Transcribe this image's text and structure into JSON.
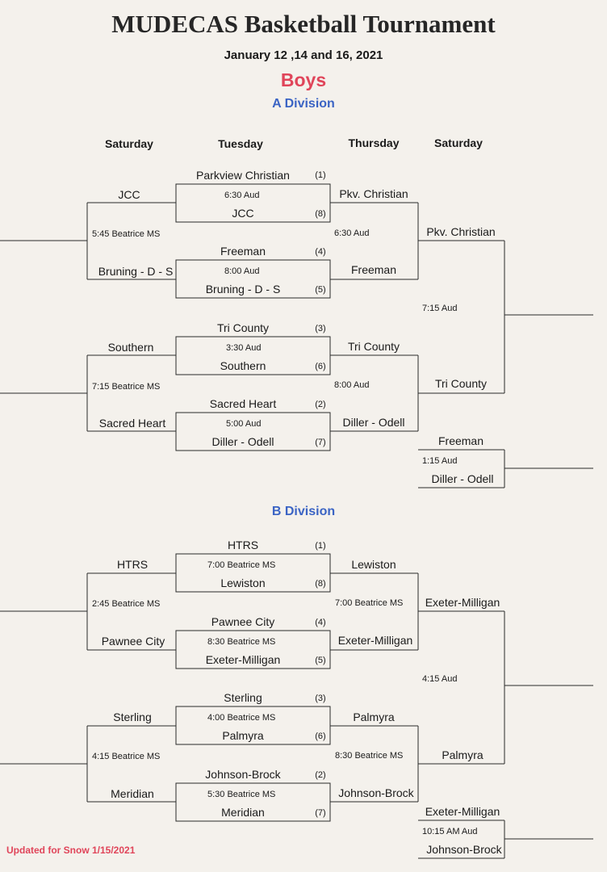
{
  "title": "MUDECAS Basketball Tournament",
  "dates": "January 12 ,14 and 16, 2021",
  "gender": "Boys",
  "day_headers": [
    "Saturday",
    "Tuesday",
    "Thursday",
    "Saturday"
  ],
  "a_division": {
    "label": "A Division",
    "tuesday_games": [
      {
        "top_team": "Parkview Christian",
        "top_seed": "(1)",
        "time": "6:30 Aud",
        "bottom_team": "JCC",
        "bottom_seed": "(8)"
      },
      {
        "top_team": "Freeman",
        "top_seed": "(4)",
        "time": "8:00 Aud",
        "bottom_team": "Bruning - D - S",
        "bottom_seed": "(5)"
      },
      {
        "top_team": "Tri County",
        "top_seed": "(3)",
        "time": "3:30 Aud",
        "bottom_team": "Southern",
        "bottom_seed": "(6)"
      },
      {
        "top_team": "Sacred Heart",
        "top_seed": "(2)",
        "time": "5:00 Aud",
        "bottom_team": "Diller - Odell",
        "bottom_seed": "(7)"
      }
    ],
    "saturday_left": [
      {
        "top": "JCC",
        "time": "5:45 Beatrice MS",
        "bottom": "Bruning - D - S"
      },
      {
        "top": "Southern",
        "time": "7:15 Beatrice MS",
        "bottom": "Sacred Heart"
      }
    ],
    "thursday": [
      {
        "top": "Pkv. Christian",
        "time": "6:30 Aud",
        "bottom": "Freeman"
      },
      {
        "top": "Tri County",
        "time": "8:00 Aud",
        "bottom": "Diller - Odell"
      }
    ],
    "final": {
      "top": "Pkv. Christian",
      "time": "7:15 Aud",
      "bottom": "Tri County"
    },
    "consolation": {
      "top": "Freeman",
      "time": "1:15 Aud",
      "bottom": "Diller - Odell"
    }
  },
  "b_division": {
    "label": "B Division",
    "tuesday_games": [
      {
        "top_team": "HTRS",
        "top_seed": "(1)",
        "time": "7:00 Beatrice MS",
        "bottom_team": "Lewiston",
        "bottom_seed": "(8)"
      },
      {
        "top_team": "Pawnee City",
        "top_seed": "(4)",
        "time": "8:30 Beatrice MS",
        "bottom_team": "Exeter-Milligan",
        "bottom_seed": "(5)"
      },
      {
        "top_team": "Sterling",
        "top_seed": "(3)",
        "time": "4:00 Beatrice MS",
        "bottom_team": "Palmyra",
        "bottom_seed": "(6)"
      },
      {
        "top_team": "Johnson-Brock",
        "top_seed": "(2)",
        "time": "5:30 Beatrice MS",
        "bottom_team": "Meridian",
        "bottom_seed": "(7)"
      }
    ],
    "saturday_left": [
      {
        "top": "HTRS",
        "time": "2:45 Beatrice MS",
        "bottom": "Pawnee City"
      },
      {
        "top": "Sterling",
        "time": "4:15 Beatrice MS",
        "bottom": "Meridian"
      }
    ],
    "thursday": [
      {
        "top": "Lewiston",
        "time": "7:00 Beatrice MS",
        "bottom": "Exeter-Milligan"
      },
      {
        "top": "Palmyra",
        "time": "8:30 Beatrice MS",
        "bottom": "Johnson-Brock"
      }
    ],
    "final": {
      "top": "Exeter-Milligan",
      "time": "4:15 Aud",
      "bottom": "Palmyra"
    },
    "consolation": {
      "top": "Exeter-Milligan",
      "time": "10:15 AM Aud",
      "bottom": "Johnson-Brock"
    }
  },
  "footer": "Updated for Snow 1/15/2021"
}
